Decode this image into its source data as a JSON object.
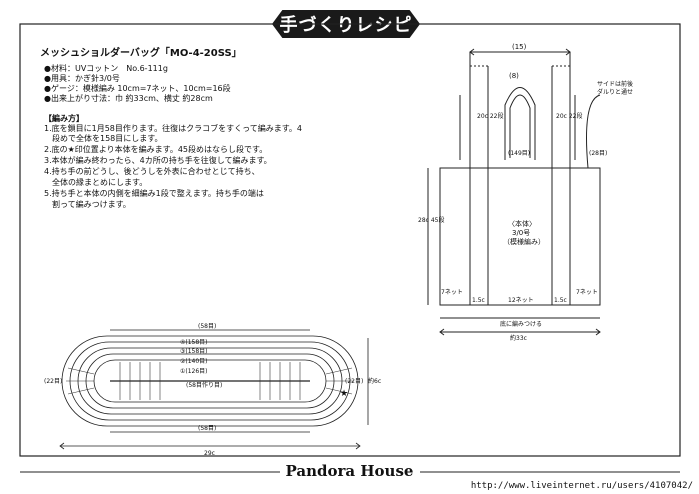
{
  "header": {
    "banner_title": "手づくりレシピ"
  },
  "pattern": {
    "title": "メッシュショルダーバッグ「MO-4-20SS」",
    "specs": [
      "●材料：UVコットン　No.6-111g",
      "●用具：かぎ針3/0号",
      "●ゲージ：模様編み 10cm=7ネット、10cm=16段",
      "●出来上がり寸法：巾 約33cm、横丈 約28cm"
    ],
    "method_heading": "【編み方】",
    "steps": [
      "1.底を鎖目に1月58目作ります。往復はクラコブをすくって編みます。4",
      "　段めで全体を158目にします。",
      "2.底の★印位置より本体を編みます。45段めはならし段です。",
      "3.本体が編み終わったら、4カ所の持ち手を往復して編みます。",
      "4.持ち手の前どうし、後どうしを外表に合わせとじて持ち、",
      "　全体の縁まとめにします。",
      "5.持ち手と本体の内側を細編み1段で整えます。持ち手の端は",
      "　割って編みつけます。"
    ]
  },
  "bag_diagram": {
    "top_width": "(15)",
    "pouch_width": "(8)",
    "handle_height": "20c 22段",
    "side_note_1": "サイドは前後",
    "side_note_2": "ダルりと通せ",
    "inner_count": "(149目)",
    "right_count": "(28目)",
    "body_label": "〈本体〉",
    "body_hook": "3/0号",
    "body_pattern": "（模様編み）",
    "body_height": "28c 45段",
    "left_net": "7ネット",
    "gap_left": "1.5c",
    "center_net": "12ネット",
    "gap_right": "1.5c",
    "right_net": "7ネット",
    "bottom_note": "底に編みつける",
    "total_width": "約33c"
  },
  "oval_diagram": {
    "top_count": "(58目)",
    "bottom_count": "(58目)",
    "left_count": "(22目)",
    "right_count": "(22目)",
    "right_size": "約6c",
    "bottom_size": "29c",
    "chain_start": "(58目作り目)",
    "rows": [
      "④(158目)",
      "③(158目)",
      "②(140目)",
      "①(126目)"
    ],
    "start_mark": "★"
  },
  "footer": {
    "brand": "Pandora House",
    "url": "http://www.liveinternet.ru/users/4107042/"
  }
}
